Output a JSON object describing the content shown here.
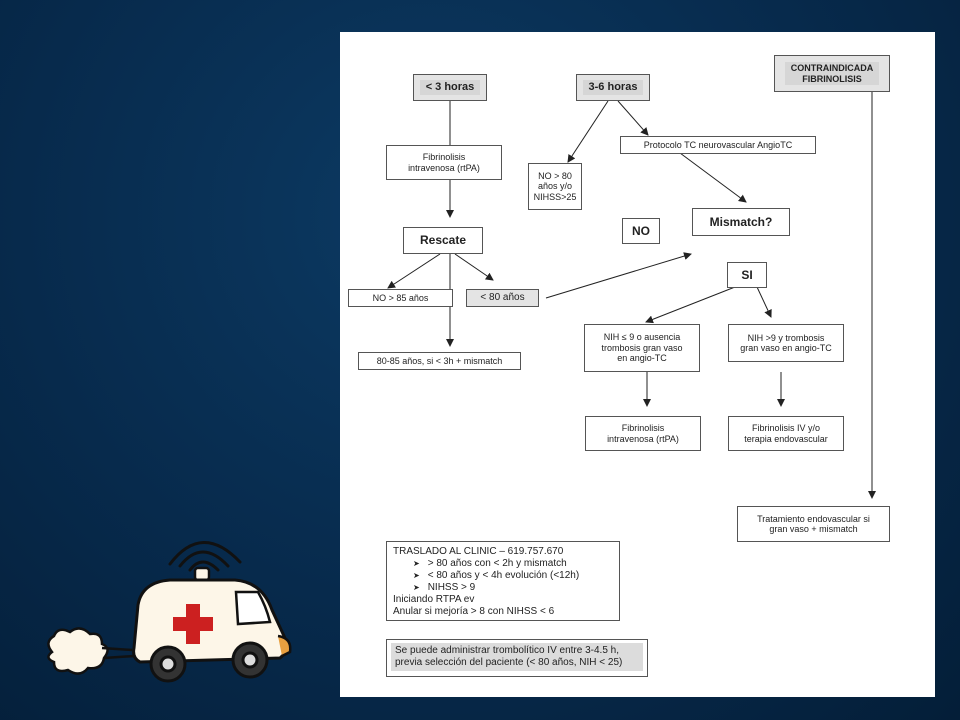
{
  "flowchart": {
    "lt3": "< 3 horas",
    "h36": "3-6 horas",
    "contra": "CONTRAINDICADA\nFIBRINOLISIS",
    "fib1": "Fibrinolisis\nintravenosa (rtPA)",
    "proto": "Protocolo TC neurovascular AngioTC",
    "no80": "NO > 80\naños y/o\nNIHSS>25",
    "no": "NO",
    "mismatch": "Mismatch?",
    "rescate": "Rescate",
    "si": "SI",
    "no85": "NO > 85 años",
    "lt80": "< 80 años",
    "age8085": "80-85 años, si < 3h + mismatch",
    "nih9a": "NIH ≤ 9 o ausencia\ntrombosis gran vaso\nen angio-TC",
    "nih9b": "NIH >9 y trombosis\ngran vaso en angio-TC",
    "fib2": "Fibrinolisis\nintravenosa (rtPA)",
    "fibiv": "Fibrinolisis IV y/o\nterapia endovascular",
    "trat": "Tratamiento endovascular si\ngran vaso + mismatch"
  },
  "traslado": {
    "title": "TRASLADO AL CLINIC – 619.757.670",
    "bullets": [
      "> 80 años con < 2h y mismatch",
      "< 80 años y < 4h evolución (<12h)",
      "NIHSS > 9"
    ],
    "line1": "Iniciando RTPA ev",
    "line2": "Anular si mejoría > 8 con NIHSS < 6"
  },
  "note": {
    "line1": "Se puede administrar trombolítico IV entre 3-4.5 h,",
    "line2": "previa selección del paciente (< 80 años, NIH < 25)"
  },
  "colors": {
    "background": "#072a4c",
    "panel": "#ffffff",
    "ambulance_body": "#fdf6e8",
    "cross": "#cc2020",
    "bumper": "#e8a040"
  },
  "icons": [
    "ambulance-icon",
    "red-cross-icon",
    "siren-waves-icon",
    "exhaust-cloud-icon"
  ]
}
